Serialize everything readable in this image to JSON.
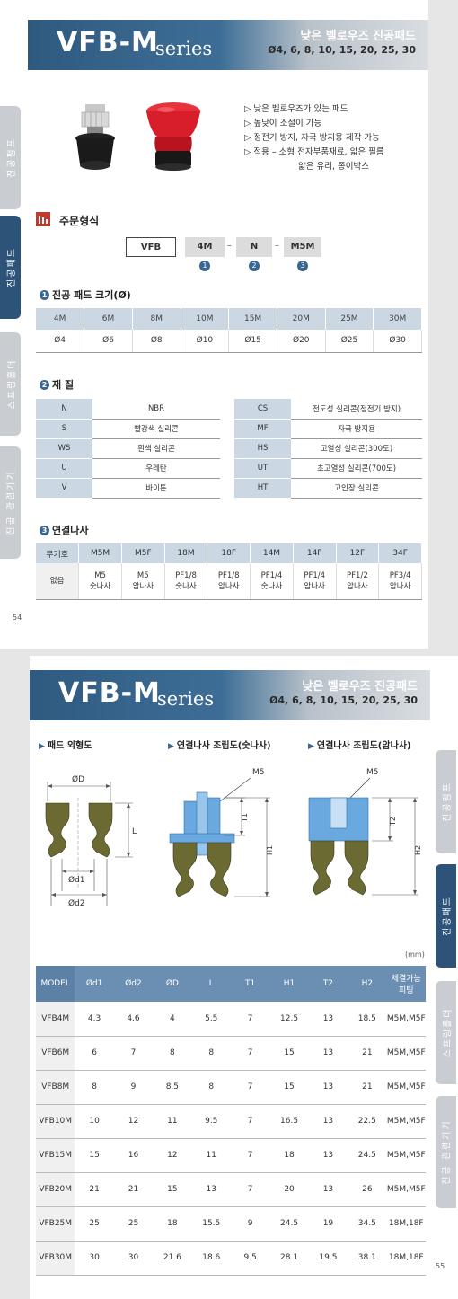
{
  "page1": {
    "header": {
      "logo": "VFB-M",
      "series": "series",
      "title_kr": "낮은 벨로우즈 진공패드",
      "sizes": "Ø4, 6, 8, 10, 15, 20, 25, 30"
    },
    "side_tabs": [
      "진공펌프",
      "진공패드",
      "스프링홀더",
      "진공 관련기기"
    ],
    "features": [
      "▷ 낮은 벨로우즈가 있는 패드",
      "▷ 높낮이 조절이 가능",
      "▷ 정전기 방지, 자국 방지용 제작 가능",
      "▷ 적용 – 소형 전자부품재료, 얇은 필름",
      "얇은 유리, 종이박스"
    ],
    "order": {
      "title": "주문형식",
      "boxes": [
        "VFB",
        "4M",
        "N",
        "M5M"
      ],
      "dashes": [
        "–",
        "–"
      ],
      "markers": [
        "1",
        "2",
        "3"
      ]
    },
    "pad_size": {
      "num": "1",
      "title": "진공 패드 크기(Ø)",
      "codes": [
        "4M",
        "6M",
        "8M",
        "10M",
        "15M",
        "20M",
        "25M",
        "30M"
      ],
      "diameters": [
        "Ø4",
        "Ø6",
        "Ø8",
        "Ø10",
        "Ø15",
        "Ø20",
        "Ø25",
        "Ø30"
      ]
    },
    "material": {
      "num": "2",
      "title": "재 질",
      "left": [
        [
          "N",
          "NBR"
        ],
        [
          "S",
          "빨강색 실리콘"
        ],
        [
          "WS",
          "흰색 실리콘"
        ],
        [
          "U",
          "우레탄"
        ],
        [
          "V",
          "바이톤"
        ]
      ],
      "right": [
        [
          "CS",
          "전도성 실리콘(정전기 방지)"
        ],
        [
          "MF",
          "자국 방지용"
        ],
        [
          "HS",
          "고열성 실리콘(300도)"
        ],
        [
          "UT",
          "초고열성 실리콘(700도)"
        ],
        [
          "HT",
          "고인장 실리콘"
        ]
      ]
    },
    "thread": {
      "num": "3",
      "title": "연결나사",
      "headers": [
        "무기호",
        "M5M",
        "M5F",
        "18M",
        "18F",
        "14M",
        "14F",
        "12F",
        "34F"
      ],
      "row": [
        [
          "없음",
          ""
        ],
        [
          "M5",
          "숫나사"
        ],
        [
          "M5",
          "암나사"
        ],
        [
          "PF1/8",
          "숫나사"
        ],
        [
          "PF1/8",
          "암나사"
        ],
        [
          "PF1/4",
          "숫나사"
        ],
        [
          "PF1/4",
          "암나사"
        ],
        [
          "PF1/2",
          "암나사"
        ],
        [
          "PF3/4",
          "암나사"
        ]
      ]
    },
    "page_number": "54"
  },
  "page2": {
    "header": {
      "logo": "VFB-M",
      "series": "series",
      "title_kr": "낮은 벨로우즈 진공패드",
      "sizes": "Ø4, 6, 8, 10, 15, 20, 25, 30"
    },
    "side_tabs": [
      "진공펌프",
      "진공패드",
      "스프링홀더",
      "진공 관련기기"
    ],
    "diagrams": {
      "titles": [
        "패드 외형도",
        "연결나사 조립도(숫나사)",
        "연결나사 조립도(암나사)"
      ],
      "labels": {
        "od": "ØD",
        "l": "L",
        "d1": "Ød1",
        "d2": "Ød2",
        "m5a": "M5",
        "t1": "T1",
        "h1": "H1",
        "m5b": "M5",
        "t2": "T2",
        "h2": "H2"
      }
    },
    "unit": "(mm)",
    "spec_table": {
      "headers": [
        "MODEL",
        "Ød1",
        "Ød2",
        "ØD",
        "L",
        "T1",
        "H1",
        "T2",
        "H2",
        "체결가능 피팅"
      ],
      "rows": [
        [
          "VFB4M",
          "4.3",
          "4.6",
          "4",
          "5.5",
          "7",
          "12.5",
          "13",
          "18.5",
          "M5M,M5F"
        ],
        [
          "VFB6M",
          "6",
          "7",
          "8",
          "8",
          "7",
          "15",
          "13",
          "21",
          "M5M,M5F"
        ],
        [
          "VFB8M",
          "8",
          "9",
          "8.5",
          "8",
          "7",
          "15",
          "13",
          "21",
          "M5M,M5F"
        ],
        [
          "VFB10M",
          "10",
          "12",
          "11",
          "9.5",
          "7",
          "16.5",
          "13",
          "22.5",
          "M5M,M5F"
        ],
        [
          "VFB15M",
          "15",
          "16",
          "12",
          "11",
          "7",
          "18",
          "13",
          "24.5",
          "M5M,M5F"
        ],
        [
          "VFB20M",
          "21",
          "21",
          "15",
          "13",
          "7",
          "20",
          "13",
          "26",
          "M5M,M5F"
        ],
        [
          "VFB25M",
          "25",
          "25",
          "18",
          "15.5",
          "9",
          "24.5",
          "19",
          "34.5",
          "18M,18F"
        ],
        [
          "VFB30M",
          "30",
          "30",
          "21.6",
          "18.6",
          "9.5",
          "28.1",
          "19.5",
          "38.1",
          "18M,18F"
        ]
      ]
    },
    "page_number": "55"
  },
  "colors": {
    "brand_blue": "#2f5a80",
    "table_header": "#cbd7e2",
    "spec_header": "#6a8fb3",
    "pad_red": "#d81e2a"
  }
}
